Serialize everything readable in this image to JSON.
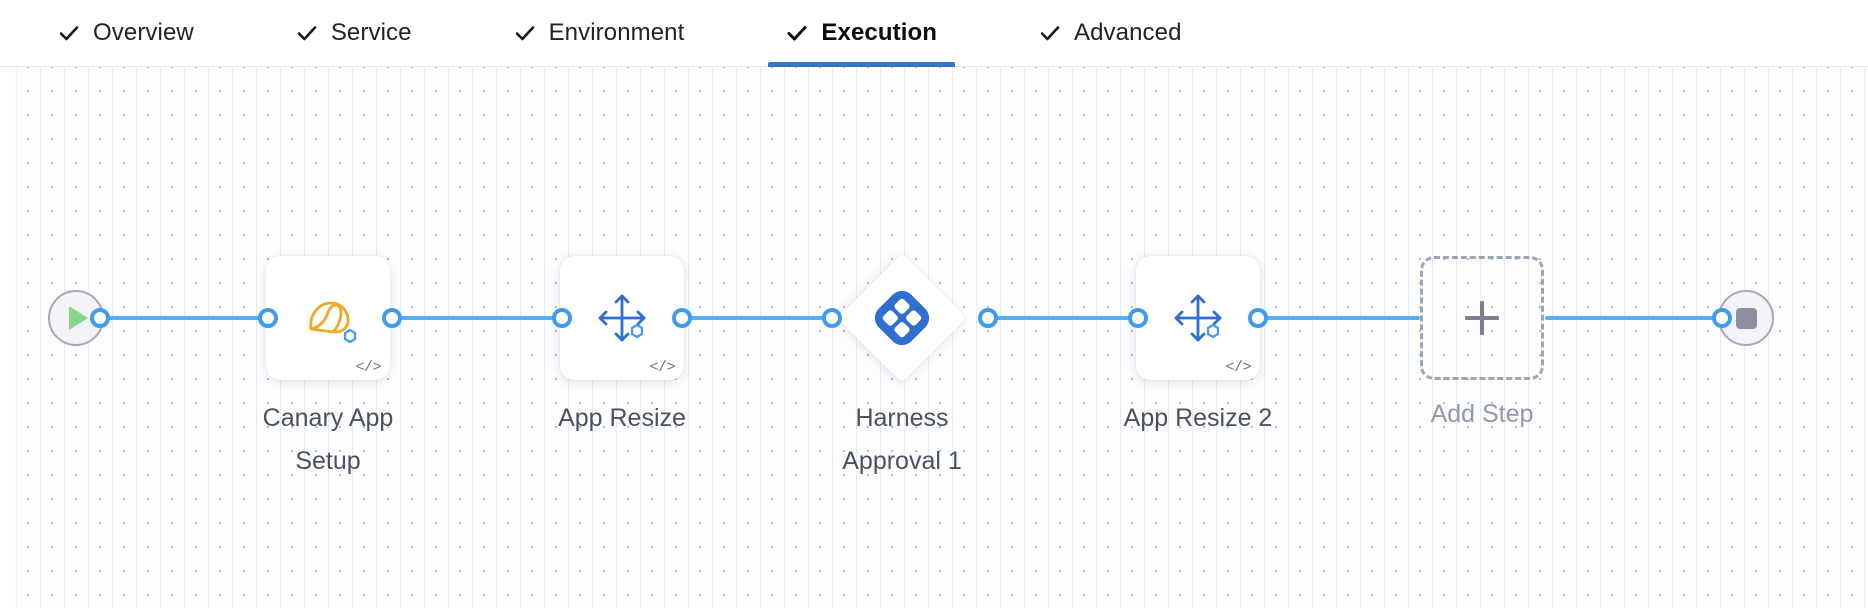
{
  "tabs": [
    {
      "id": "overview",
      "label": "Overview",
      "icon": "check-icon",
      "completed": true,
      "active": false
    },
    {
      "id": "service",
      "label": "Service",
      "icon": "check-icon",
      "completed": true,
      "active": false
    },
    {
      "id": "environment",
      "label": "Environment",
      "icon": "check-icon",
      "completed": true,
      "active": false
    },
    {
      "id": "execution",
      "label": "Execution",
      "icon": "check-icon",
      "completed": true,
      "active": true
    },
    {
      "id": "advanced",
      "label": "Advanced",
      "icon": "check-icon",
      "completed": true,
      "active": false
    }
  ],
  "pipeline": {
    "start_node": {
      "name": "start-node",
      "icon": "play-icon"
    },
    "end_node": {
      "name": "end-node",
      "icon": "stop-icon"
    },
    "steps": [
      {
        "id": "canary-app-setup",
        "label": "Canary App\nSetup",
        "shape": "card",
        "icon": "canary-bird-icon",
        "badge": "</>"
      },
      {
        "id": "app-resize",
        "label": "App Resize",
        "shape": "card",
        "icon": "resize-arrows-icon",
        "badge": "</>"
      },
      {
        "id": "harness-approval-1",
        "label": "Harness\nApproval 1",
        "shape": "diamond",
        "icon": "harness-approval-icon",
        "badge": ""
      },
      {
        "id": "app-resize-2",
        "label": "App Resize 2",
        "shape": "card",
        "icon": "resize-arrows-icon",
        "badge": "</>"
      }
    ],
    "add_step": {
      "id": "add-step",
      "label": "Add Step",
      "icon": "plus-icon"
    }
  },
  "colors": {
    "accent_blue": "#3573c6",
    "wire_blue": "#5aaef0",
    "connector_blue": "#3f9bef",
    "harness_blue": "#2f6fd0",
    "canary_orange": "#f0a828",
    "start_green": "#86d68b",
    "stop_gray": "#8f8fa3",
    "muted_text": "#9299ab",
    "label_text": "#4a5162"
  }
}
